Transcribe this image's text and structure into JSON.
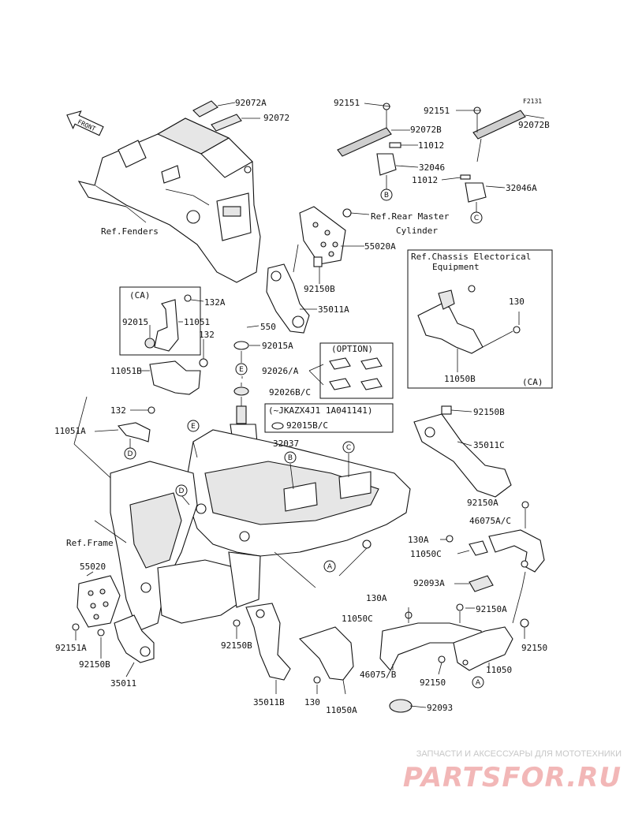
{
  "diagram": {
    "code": "F2131",
    "front_label": "FRONT",
    "refs": {
      "fenders": "Ref.Fenders",
      "rear_master_1": "Ref.Rear Master",
      "rear_master_2": "Cylinder",
      "chassis_1": "Ref.Chassis Electorical",
      "chassis_2": "Equipment",
      "frame": "Ref.Frame"
    },
    "boxes": {
      "ca_left": "(CA)",
      "ca_right": "(CA)",
      "option": "(OPTION)",
      "serial": "(~JKAZX4J1 1A041141)"
    },
    "callouts": [
      "A",
      "B",
      "C",
      "D",
      "E"
    ],
    "parts": {
      "p92072A": "92072A",
      "p92072": "92072",
      "p92151_a": "92151",
      "p92072B_a": "92072B",
      "p92151_b": "92151",
      "p92072B_b": "92072B",
      "p11012_a": "11012",
      "p32046": "32046",
      "p11012_b": "11012",
      "p32046A": "32046A",
      "p55020A": "55020A",
      "p92150B_a": "92150B",
      "p35011A": "35011A",
      "p132A": "132A",
      "p11051": "11051",
      "p92015": "92015",
      "p132_a": "132",
      "p11051B": "11051B",
      "p550": "550",
      "p92015A": "92015A",
      "p92026A": "92026/A",
      "p92026BC": "92026B/C",
      "p92015BC": "92015B/C",
      "p130_a": "130",
      "p11050B": "11050B",
      "p132_b": "132",
      "p11051A": "11051A",
      "p32037": "32037",
      "p92150B_b": "92150B",
      "p35011C": "35011C",
      "p92150A_a": "92150A",
      "p46075AC": "46075A/C",
      "p130A_a": "130A",
      "p11050C_a": "11050C",
      "p92093A": "92093A",
      "p130A_b": "130A",
      "p11050C_b": "11050C",
      "p92150A_b": "92150A",
      "p92150_a": "92150",
      "p46075B": "46075/B",
      "p92150_b": "92150",
      "p11050": "11050",
      "p92093": "92093",
      "p55020": "55020",
      "p92151A": "92151A",
      "p92150B_c": "92150B",
      "p35011": "35011",
      "p92150B_d": "92150B",
      "p35011B": "35011B",
      "p130_b": "130",
      "p11050A": "11050A"
    }
  },
  "watermark": {
    "tagline": "ЗАПЧАСТИ И АКСЕССУАРЫ ДЛЯ МОТОТЕХНИКИ",
    "brand": "PARTSFOR.RU"
  }
}
